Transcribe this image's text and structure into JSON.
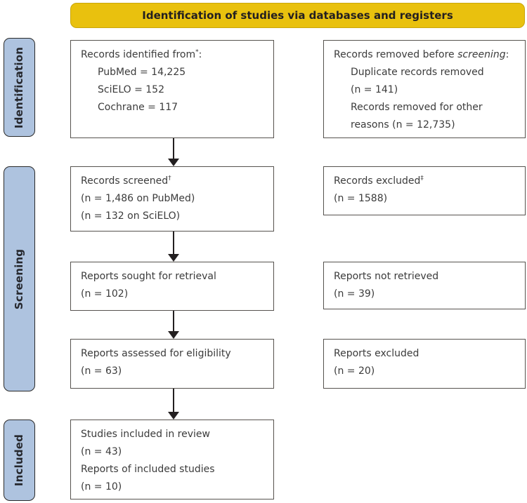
{
  "colors": {
    "banner_bg": "#e9c10e",
    "sidebar_bg": "#aec3df",
    "arrow_color": "#231f20"
  },
  "banner": {
    "title": "Identification of studies via databases and registers"
  },
  "sidebar": {
    "identification": "Identification",
    "screening": "Screening",
    "included": "Included"
  },
  "boxes": {
    "records_identified": {
      "title": "Records identified from",
      "sup": "*",
      "tail": ":",
      "items": [
        "PubMed = 14,225",
        "SciELO = 152",
        "Cochrane = 117"
      ]
    },
    "records_removed": {
      "title": "Records removed before",
      "italic": "screening",
      "tail": ":",
      "lines": [
        "Duplicate records removed",
        "(n = 141)",
        "Records removed for other",
        "reasons (n = 12,735)"
      ]
    },
    "records_screened": {
      "title": "Records screened",
      "sup": "†",
      "lines": [
        "(n = 1,486 on PubMed)",
        "(n = 132 on SciELO)"
      ]
    },
    "records_excluded": {
      "title": "Records excluded",
      "sup": "‡",
      "lines": [
        "(n = 1588)"
      ]
    },
    "reports_sought": {
      "lines": [
        "Reports sought for retrieval",
        "(n = 102)"
      ]
    },
    "reports_not_retrieved": {
      "lines": [
        "Reports not retrieved",
        "(n = 39)"
      ]
    },
    "reports_assessed": {
      "lines": [
        "Reports assessed for eligibility",
        "(n = 63)"
      ]
    },
    "reports_excluded": {
      "lines": [
        "Reports excluded",
        "(n = 20)"
      ]
    },
    "studies_included": {
      "lines": [
        "Studies included in review",
        "(n = 43)",
        "Reports of included studies",
        "(n = 10)"
      ]
    }
  }
}
